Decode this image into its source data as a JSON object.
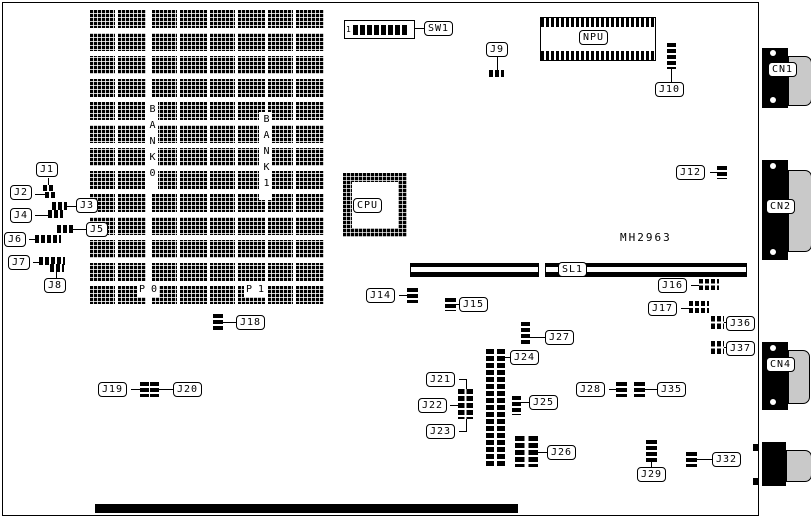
{
  "board": {
    "part_number": "MH2963"
  },
  "memory": {
    "bank0_label": "BANK0",
    "bank1_label": "BANK1",
    "port0_label": "P 0",
    "port1_label": "P 1"
  },
  "dip_switch": {
    "position_marker": "1"
  },
  "refs": {
    "j1": "J1",
    "j2": "J2",
    "j3": "J3",
    "j4": "J4",
    "j5": "J5",
    "j6": "J6",
    "j7": "J7",
    "j8": "J8",
    "j9": "J9",
    "j10": "J10",
    "j12": "J12",
    "j14": "J14",
    "j15": "J15",
    "j16": "J16",
    "j17": "J17",
    "j18": "J18",
    "j19": "J19",
    "j20": "J20",
    "j21": "J21",
    "j22": "J22",
    "j23": "J23",
    "j24": "J24",
    "j25": "J25",
    "j26": "J26",
    "j27": "J27",
    "j28": "J28",
    "j29": "J29",
    "j32": "J32",
    "j35": "J35",
    "j36": "J36",
    "j37": "J37",
    "sw1": "SW1",
    "npu": "NPU",
    "cpu": "CPU",
    "sl1": "SL1",
    "cn1": "CN1",
    "cn2": "CN2",
    "cn4": "CN4"
  }
}
